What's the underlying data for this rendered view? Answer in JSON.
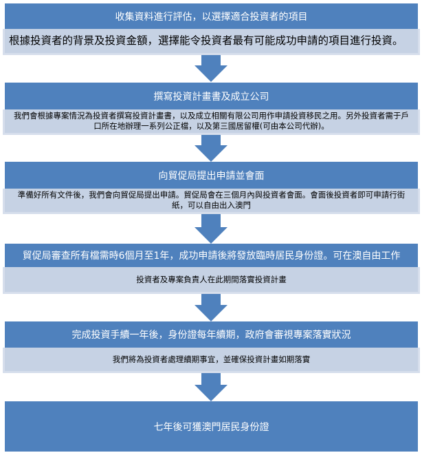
{
  "colors": {
    "header_bg": "#4F81BD",
    "header_text": "#FFFFFF",
    "detail_bg": "#C6D2E4",
    "detail_border": "#D6DEEC",
    "arrow": "#4F81BD"
  },
  "steps": [
    {
      "title": "收集資料進行評估，以選擇適合投資者的項目",
      "detail": "根據投資者的背景及投資金額，選擇能令投資者最有可能成功申請的項目進行投資。"
    },
    {
      "title": "撰寫投資計畫書及成立公司",
      "detail": "我們會根據專案情況為投資者撰寫投資計畫書，以及成立相關有限公司用作申請投資移民之用。另外投資者需于戶口所在地辦理一系列公正檔，以及第三國居留權(可由本公司代辦)。"
    },
    {
      "title": "向貿促局提出申請並會面",
      "detail": "準備好所有文件後，我們會向貿促局提出申請。貿促局會在三個月內與投資者會面。會面後投資者即可申請行街紙，可以自由出入澳門"
    },
    {
      "title": "貿促局審查所有檔需時6個月至1年，成功申請後將發放臨時居民身份證。可在澳自由工作",
      "detail": "投資者及專案負責人在此期間落實投資計畫"
    },
    {
      "title": "完成投資手續一年後，身份證每年續期，政府會審視專案落實狀況",
      "detail": "我們將為投資者處理續期事宜，並確保投資計畫如期落實"
    }
  ],
  "final_step": {
    "title": "七年後可獲澳門居民身份證"
  }
}
